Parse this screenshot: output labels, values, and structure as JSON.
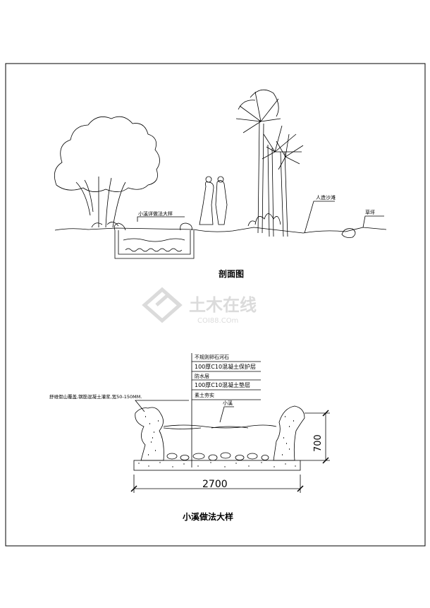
{
  "section": {
    "title": "剖面图",
    "labels": {
      "stream_detail": "小溪详做法大样",
      "sand_path": "人造沙滩",
      "lawn": "草坪"
    }
  },
  "detail": {
    "title": "小溪做法大样",
    "layers": [
      "不规则卵石河石",
      "100厚C10混凝土保护层",
      "防水层",
      "100厚C10混凝土垫层",
      "素土夯实"
    ],
    "stream_label": "小溪",
    "rockery_note": "舒维假山覆盖,钢筋混凝土灌浆,宽50-150MM.",
    "dim_width": "2700",
    "dim_height": "700"
  },
  "watermark": {
    "main": "土木在线",
    "sub": "COI88.COm"
  }
}
